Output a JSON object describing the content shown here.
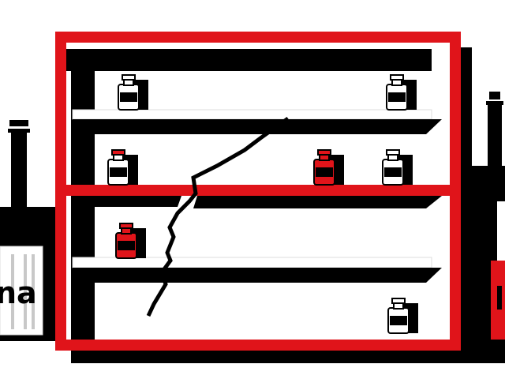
{
  "colors": {
    "red": "#e0141a",
    "black": "#000000",
    "white": "#ffffff",
    "container_grey": "#c8c8c8"
  },
  "container_left_label": "na",
  "bottles": [
    {
      "shelf": 1,
      "slot": "left",
      "cap": "white",
      "body": "white"
    },
    {
      "shelf": 1,
      "slot": "right",
      "cap": "white",
      "body": "white"
    },
    {
      "shelf": 2,
      "slot": "left",
      "cap": "red",
      "body": "white"
    },
    {
      "shelf": 2,
      "slot": "mid",
      "cap": "red",
      "body": "red"
    },
    {
      "shelf": 2,
      "slot": "right",
      "cap": "white",
      "body": "white"
    },
    {
      "shelf": 3,
      "slot": "left",
      "cap": "red",
      "body": "red"
    },
    {
      "shelf": 4,
      "slot": "right",
      "cap": "white",
      "body": "white"
    }
  ]
}
